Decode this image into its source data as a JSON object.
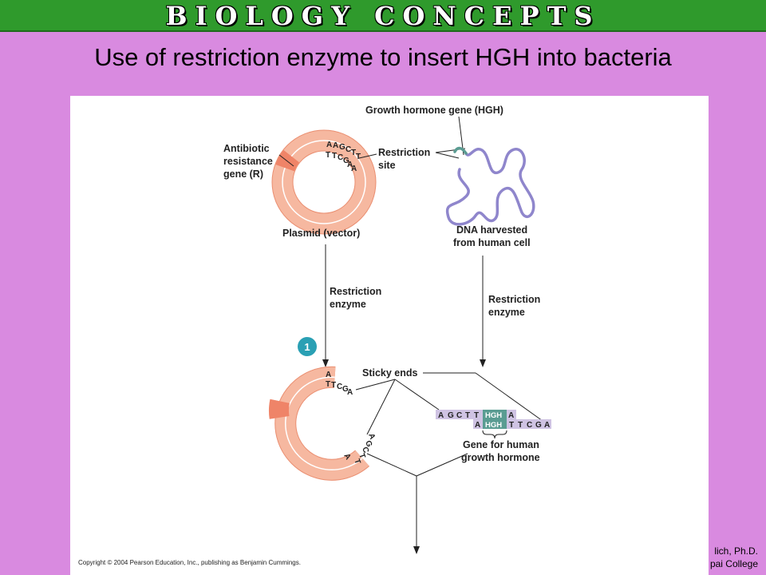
{
  "banner": {
    "title": "BIOLOGY CONCEPTS"
  },
  "slide": {
    "title": "Use of restriction enzyme to insert HGH into bacteria"
  },
  "diagram": {
    "labels": {
      "growth_gene": "Growth hormone gene (HGH)",
      "antibiotic_1": "Antibiotic",
      "antibiotic_2": "resistance",
      "antibiotic_3": "gene (R)",
      "restriction_site_1": "Restriction",
      "restriction_site_2": "site",
      "plasmid": "Plasmid (vector)",
      "dna_1": "DNA harvested",
      "dna_2": "from human cell",
      "enzyme_left_1": "Restriction",
      "enzyme_left_2": "enzyme",
      "enzyme_right_1": "Restriction",
      "enzyme_right_2": "enzyme",
      "sticky_ends": "Sticky ends",
      "gene_for_1": "Gene for human",
      "gene_for_2": "growth hormone",
      "step": "1"
    },
    "plasmid_seq": {
      "top": [
        "A",
        "A",
        "G",
        "C",
        "T",
        "T"
      ],
      "bottom": [
        "T",
        "T",
        "C",
        "G",
        "A",
        "A"
      ]
    },
    "cut_seq": {
      "upper_top": "A",
      "upper_bottom": [
        "T",
        "T",
        "C",
        "G",
        "A"
      ],
      "lower_outer": [
        "A",
        "G",
        "C",
        "T",
        "T"
      ],
      "lower_inner": "A"
    },
    "hgh_fragment": {
      "top": [
        "A",
        "G",
        "C",
        "T",
        "T",
        "HGH",
        "A"
      ],
      "bottom": [
        "A",
        "HGH",
        "T",
        "T",
        "C",
        "G",
        "A"
      ]
    },
    "colors": {
      "plasmid": "#f6b8a0",
      "plasmid_edge": "#ea8e70",
      "gene_r": "#ef8468",
      "dna": "#8f86cc",
      "hgh": "#5a9c92",
      "fragment": "#cfc3e3",
      "step_badge": "#2aa0b4"
    },
    "copyright": "Copyright © 2004 Pearson Education, Inc., publishing as Benjamin Cummings."
  },
  "author": {
    "line1": "lich, Ph.D.",
    "line2": "pai College"
  }
}
